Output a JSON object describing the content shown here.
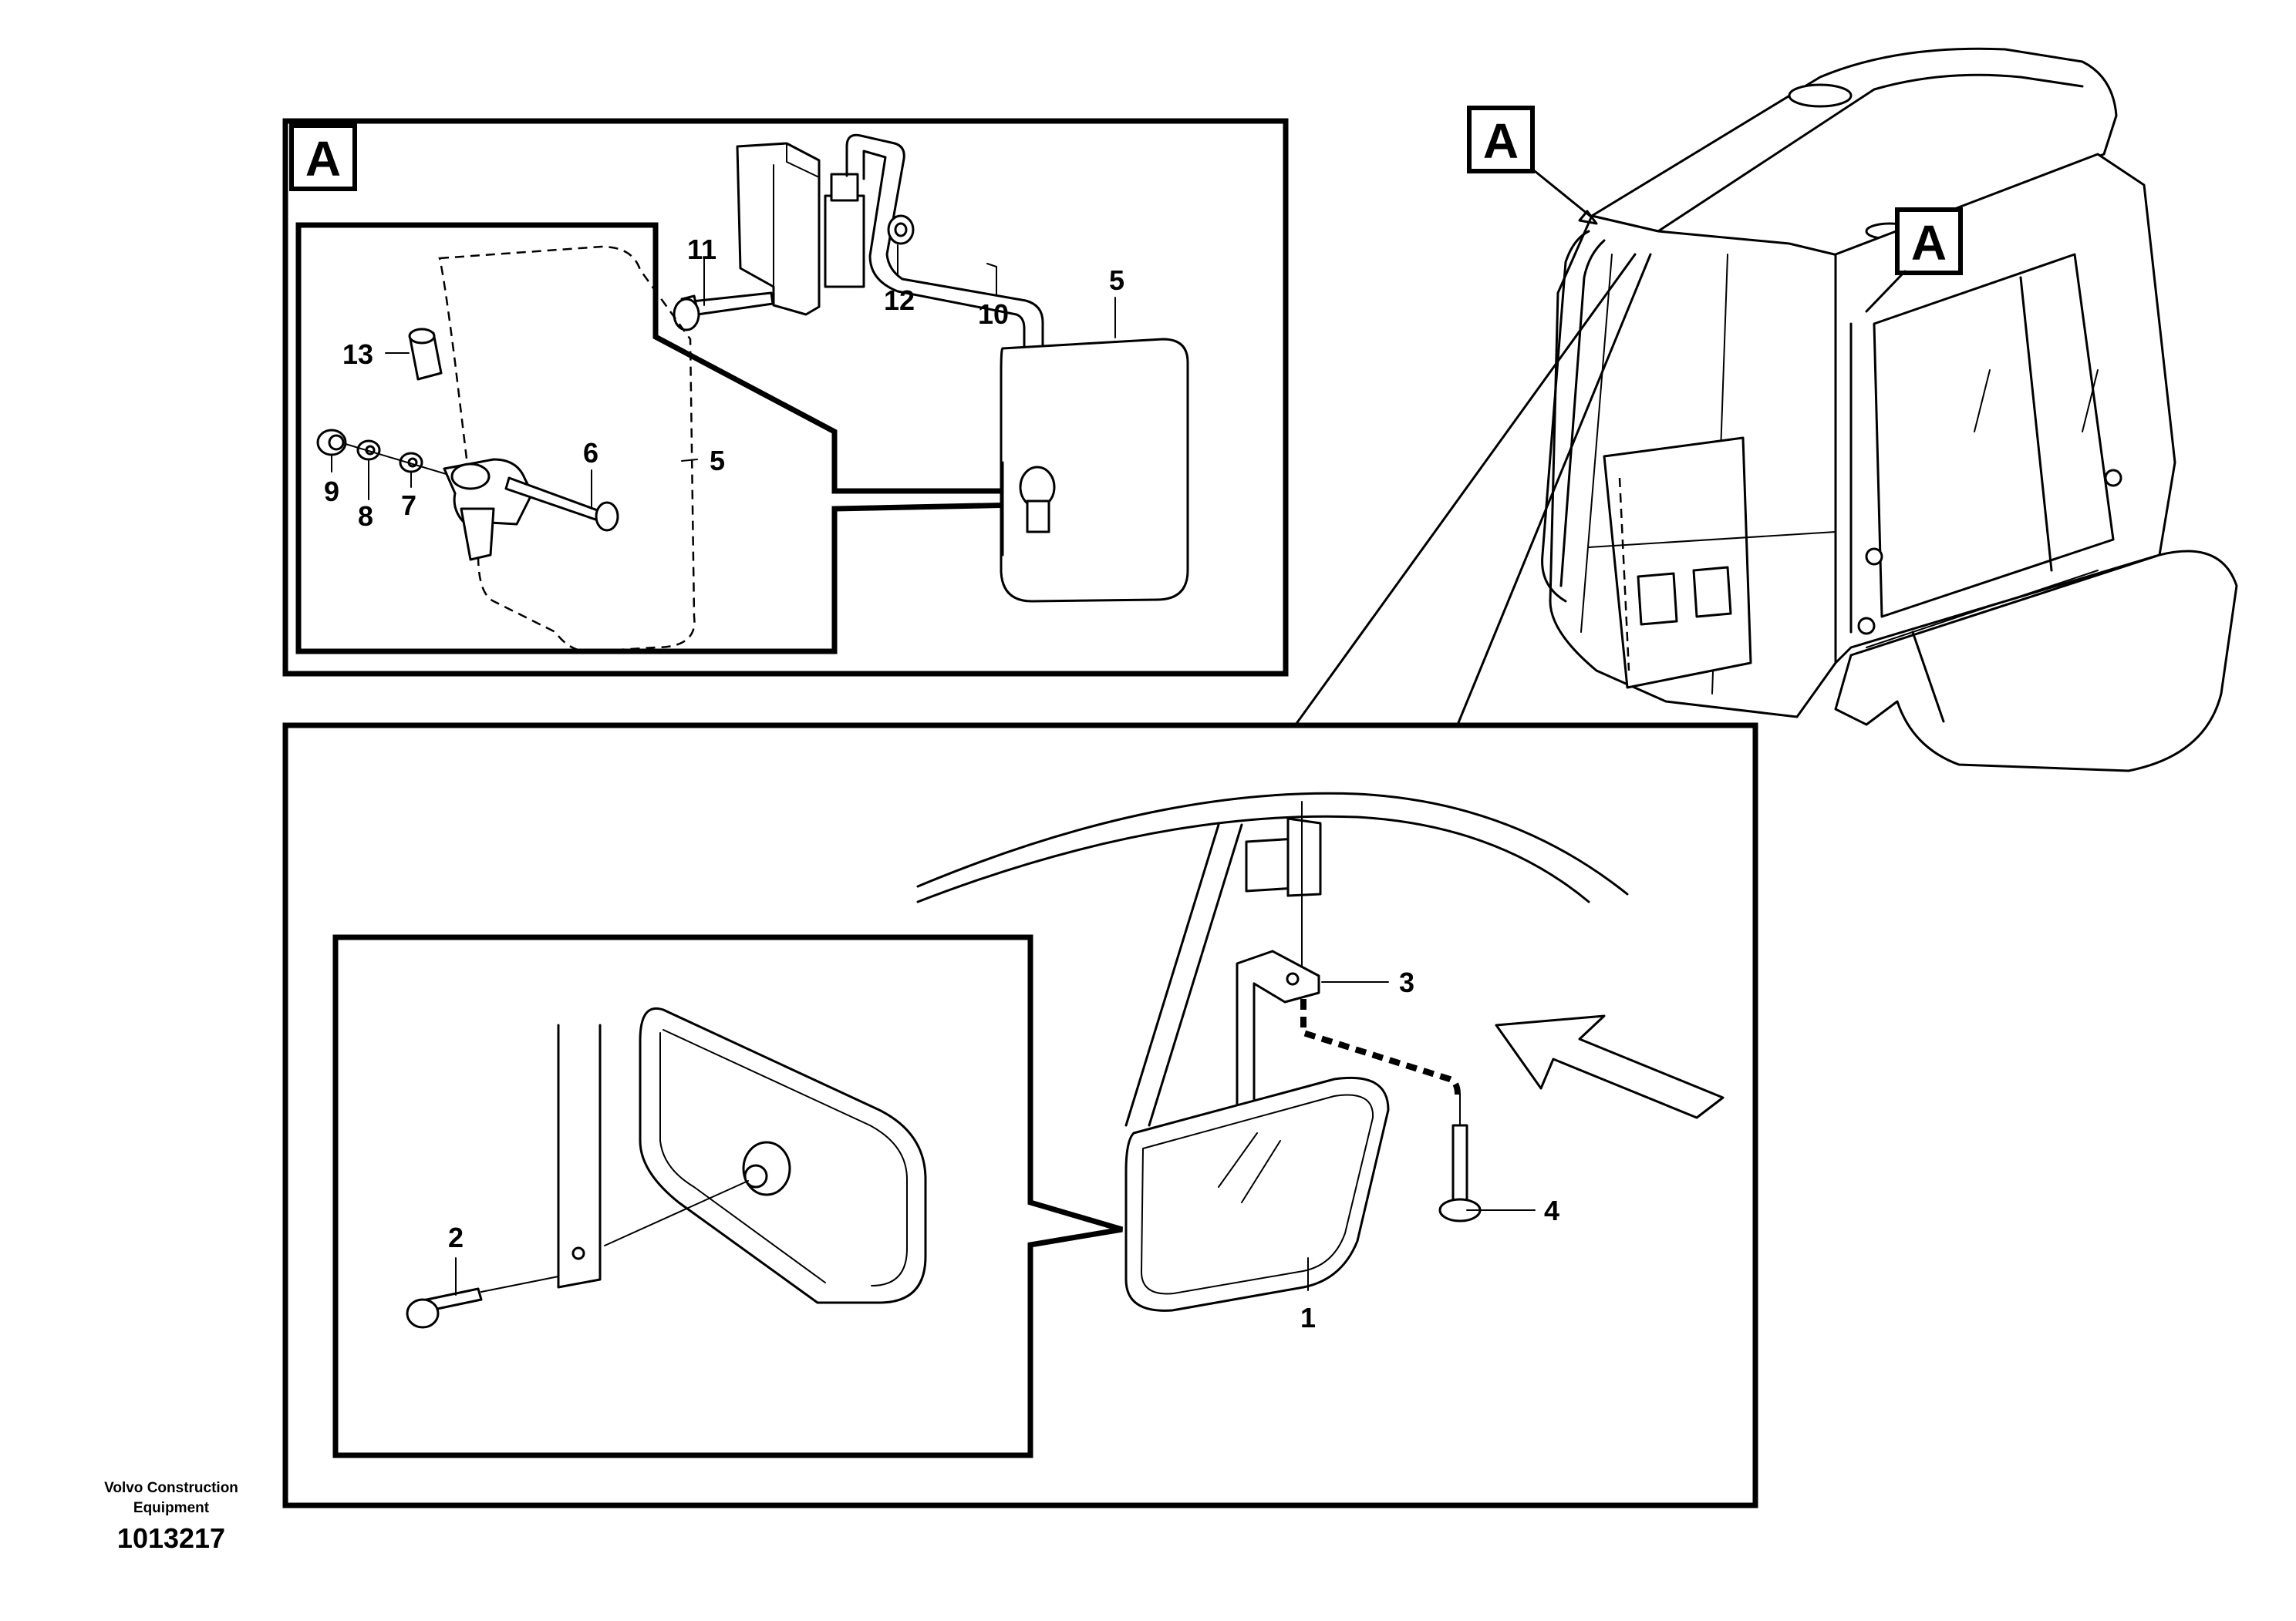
{
  "view_labels": {
    "detail_box": "A",
    "cab_top": "A",
    "cab_side": "A"
  },
  "callouts": {
    "p1": "1",
    "p2": "2",
    "p3": "3",
    "p4": "4",
    "p5_outer": "5",
    "p5_inner": "5",
    "p6": "6",
    "p7": "7",
    "p8": "8",
    "p9": "9",
    "p10": "10",
    "p11": "11",
    "p12": "12",
    "p13": "13"
  },
  "footer": {
    "company_line1": "Volvo Construction",
    "company_line2": "Equipment",
    "drawing_number": "1013217"
  }
}
